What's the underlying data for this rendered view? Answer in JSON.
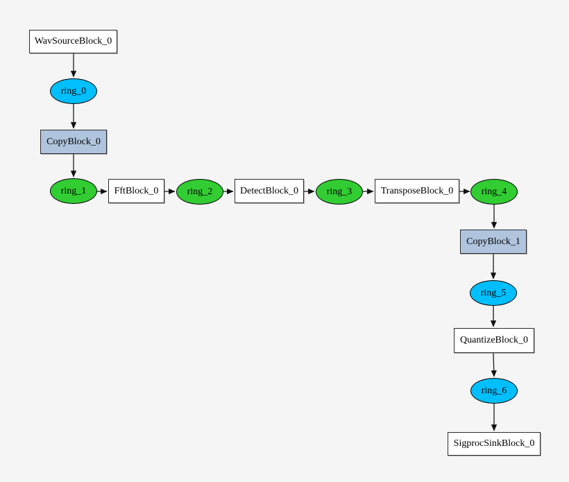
{
  "diagram": {
    "type": "flowgraph",
    "background": "#f5f5f6",
    "colors": {
      "block_fill": "#ffffff",
      "copy_block_fill": "#b0c4de",
      "ring_cyan_fill": "#00bfff",
      "ring_green_fill": "#32cd32",
      "node_border": "#000000",
      "edge_stroke": "#1a1a1a",
      "label_text": "#000000"
    },
    "nodes": [
      {
        "id": "WavSourceBlock_0",
        "label": "WavSourceBlock_0",
        "shape": "box",
        "fill": "#ffffff"
      },
      {
        "id": "ring_0",
        "label": "ring_0",
        "shape": "ellipse",
        "fill": "#00bfff"
      },
      {
        "id": "CopyBlock_0",
        "label": "CopyBlock_0",
        "shape": "box",
        "fill": "#b0c4de"
      },
      {
        "id": "ring_1",
        "label": "ring_1",
        "shape": "ellipse",
        "fill": "#32cd32"
      },
      {
        "id": "FftBlock_0",
        "label": "FftBlock_0",
        "shape": "box",
        "fill": "#ffffff"
      },
      {
        "id": "ring_2",
        "label": "ring_2",
        "shape": "ellipse",
        "fill": "#32cd32"
      },
      {
        "id": "DetectBlock_0",
        "label": "DetectBlock_0",
        "shape": "box",
        "fill": "#ffffff"
      },
      {
        "id": "ring_3",
        "label": "ring_3",
        "shape": "ellipse",
        "fill": "#32cd32"
      },
      {
        "id": "TransposeBlock_0",
        "label": "TransposeBlock_0",
        "shape": "box",
        "fill": "#ffffff"
      },
      {
        "id": "ring_4",
        "label": "ring_4",
        "shape": "ellipse",
        "fill": "#32cd32"
      },
      {
        "id": "CopyBlock_1",
        "label": "CopyBlock_1",
        "shape": "box",
        "fill": "#b0c4de"
      },
      {
        "id": "ring_5",
        "label": "ring_5",
        "shape": "ellipse",
        "fill": "#00bfff"
      },
      {
        "id": "QuantizeBlock_0",
        "label": "QuantizeBlock_0",
        "shape": "box",
        "fill": "#ffffff"
      },
      {
        "id": "ring_6",
        "label": "ring_6",
        "shape": "ellipse",
        "fill": "#00bfff"
      },
      {
        "id": "SigprocSinkBlock_0",
        "label": "SigprocSinkBlock_0",
        "shape": "box",
        "fill": "#ffffff"
      }
    ],
    "edges": [
      {
        "from": "WavSourceBlock_0",
        "to": "ring_0"
      },
      {
        "from": "ring_0",
        "to": "CopyBlock_0"
      },
      {
        "from": "CopyBlock_0",
        "to": "ring_1"
      },
      {
        "from": "ring_1",
        "to": "FftBlock_0"
      },
      {
        "from": "FftBlock_0",
        "to": "ring_2"
      },
      {
        "from": "ring_2",
        "to": "DetectBlock_0"
      },
      {
        "from": "DetectBlock_0",
        "to": "ring_3"
      },
      {
        "from": "ring_3",
        "to": "TransposeBlock_0"
      },
      {
        "from": "TransposeBlock_0",
        "to": "ring_4"
      },
      {
        "from": "ring_4",
        "to": "CopyBlock_1"
      },
      {
        "from": "CopyBlock_1",
        "to": "ring_5"
      },
      {
        "from": "ring_5",
        "to": "QuantizeBlock_0"
      },
      {
        "from": "QuantizeBlock_0",
        "to": "ring_6"
      },
      {
        "from": "ring_6",
        "to": "SigprocSinkBlock_0"
      }
    ]
  }
}
